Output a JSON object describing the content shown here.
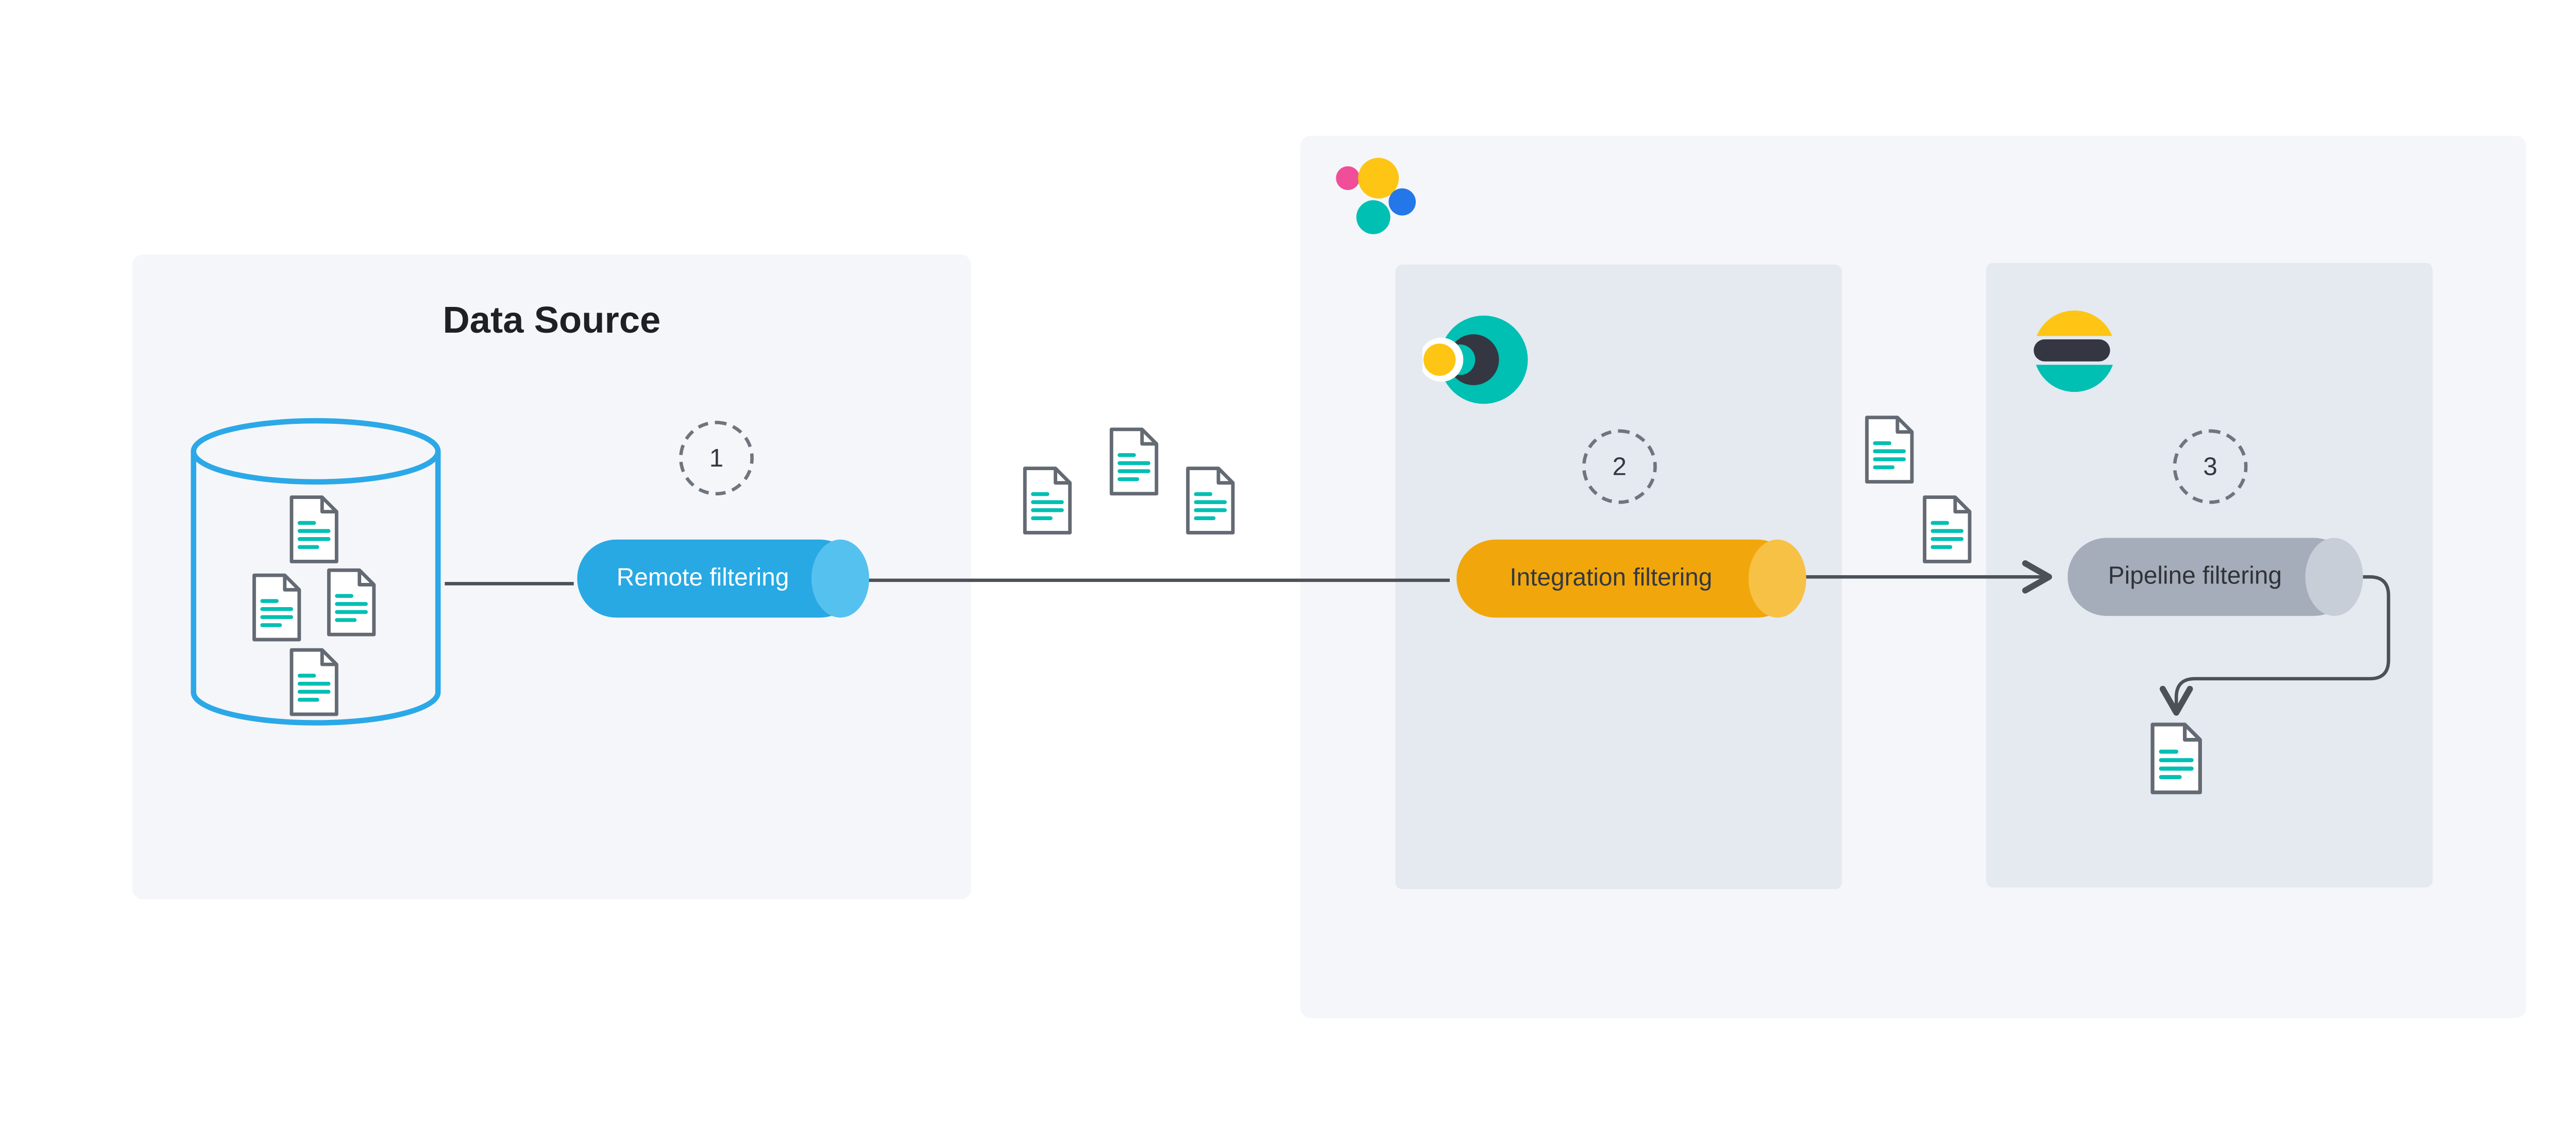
{
  "diagram": {
    "source_panel": {
      "title": "Data Source"
    },
    "steps": [
      {
        "number": "1",
        "label": "Remote filtering"
      },
      {
        "number": "2",
        "label": "Integration filtering"
      },
      {
        "number": "3",
        "label": "Pipeline filtering"
      }
    ],
    "icons": [
      "database-icon",
      "document-icon",
      "elastic-logo",
      "elastic-agent-icon",
      "elasticsearch-icon",
      "arrowhead-icon"
    ],
    "colors": {
      "remote_pill": "#28A9E4",
      "remote_pill_cap": "#55C1EF",
      "integration_pill": "#F1A70B",
      "integration_pill_cap": "#F7C145",
      "pipeline_pill": "#A5ADBB",
      "pipeline_pill_cap": "#C8CED8",
      "database_stroke": "#2BA8E8",
      "document_stroke": "#646A73",
      "document_lines": "#00BFB3",
      "connector": "#4C5158",
      "panel_background": "#F5F6F9",
      "subpanel_background": "#E5E9F0",
      "elastic_yellow": "#FEC514",
      "elastic_teal": "#00BFB3",
      "elastic_pink": "#F04E98",
      "elastic_blue": "#2477E8",
      "elastic_ink": "#343741"
    }
  }
}
